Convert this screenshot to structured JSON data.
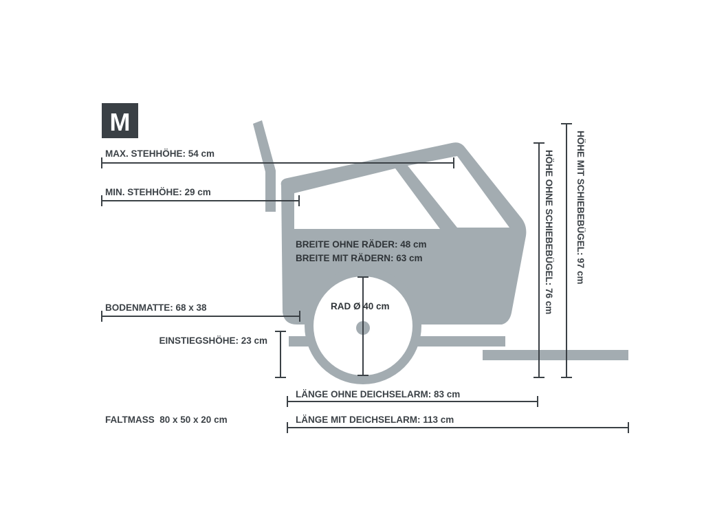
{
  "size_badge": "M",
  "colors": {
    "silhouette": "#a3acb1",
    "dim_line": "#3a4045",
    "label_text": "#3c4247",
    "badge_bg": "#3a4045",
    "window_fill": "#ffffff"
  },
  "dimensions": {
    "max_standing_height": "MAX. STEHHÖHE: 54 cm",
    "min_standing_height": "MIN. STEHHÖHE: 29 cm",
    "floor_mat": "BODENMATTE: 68 x 38",
    "entry_height": "EINSTIEGSHÖHE: 23 cm",
    "width_without_wheels": "BREITE OHNE RÄDER: 48 cm",
    "width_with_wheels": "BREITE MIT RÄDERN: 63 cm",
    "wheel_diameter": "RAD Ø 40 cm",
    "height_without_push_bar": "HÖHE OHNE SCHIEBEBÜGEL: 76 cm",
    "height_with_push_bar": "HÖHE MIT SCHIEBEBÜGEL: 97 cm",
    "length_without_drawbar": "LÄNGE OHNE DEICHSELARM: 83 cm",
    "length_with_drawbar": "LÄNGE MIT DEICHSELARM: 113 cm",
    "folded_size": "FALTMASS  80 x 50 x 20 cm"
  }
}
